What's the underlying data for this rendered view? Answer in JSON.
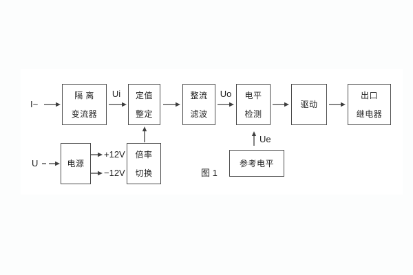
{
  "figure_caption": "图 1",
  "inputs": {
    "current": "I~",
    "voltage": "U"
  },
  "signals": {
    "ui": "Ui",
    "uo": "Uo",
    "ue": "Ue"
  },
  "power_rails": {
    "positive": "+12V",
    "negative": "−12V"
  },
  "blocks": {
    "isolation_transducer": {
      "line1": "隔 离",
      "line2": "变流器"
    },
    "setpoint_setting": {
      "line1": "定值",
      "line2": "整定"
    },
    "rectify_filter": {
      "line1": "整流",
      "line2": "滤波"
    },
    "level_detection": {
      "line1": "电平",
      "line2": "检测"
    },
    "drive": {
      "line1": "驱动"
    },
    "output_relay": {
      "line1": "出口",
      "line2": "继电器"
    },
    "power_supply": {
      "line1": "电源"
    },
    "ratio_switch": {
      "line1": "倍率",
      "line2": "切换"
    },
    "reference_level": {
      "line1": "参考电平"
    }
  },
  "colors": {
    "page_background": "#fcfdfd",
    "panel_background": "#ffffff",
    "line": "#3f3f3f",
    "text": "#1f1f1f"
  }
}
